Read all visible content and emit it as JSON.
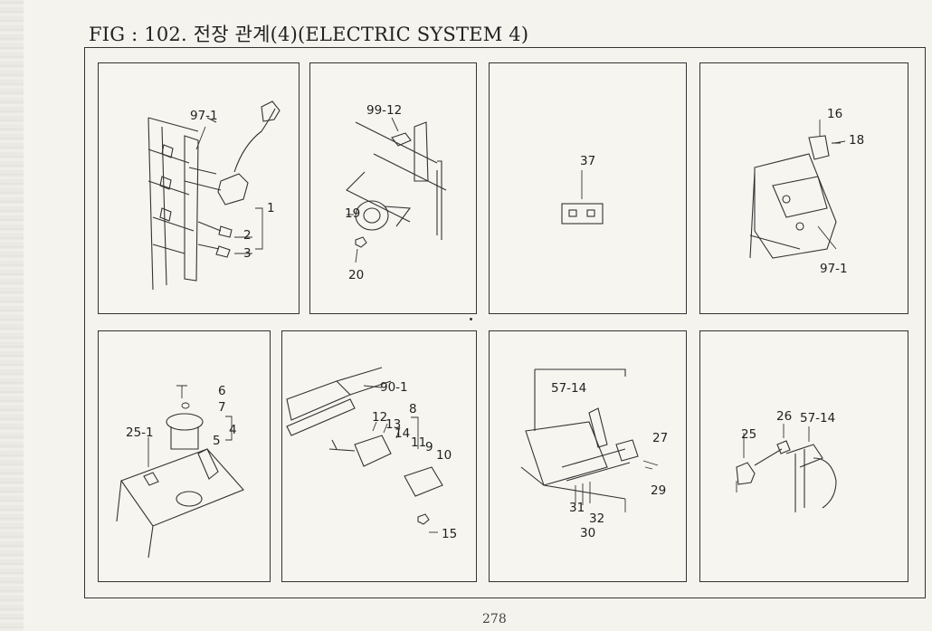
{
  "title": "FIG : 102. 전장 관계(4)(ELECTRIC SYSTEM 4)",
  "page_number": "278",
  "panels": [
    {
      "labels": [
        "97-1",
        "1",
        "2",
        "3"
      ]
    },
    {
      "labels": [
        "99-12",
        "19",
        "20"
      ]
    },
    {
      "labels": [
        "37"
      ]
    },
    {
      "labels": [
        "16",
        "18",
        "97-1"
      ]
    },
    {
      "labels": [
        "6",
        "7",
        "4",
        "5",
        "25-1"
      ]
    },
    {
      "labels": [
        "90-1",
        "8",
        "12",
        "13",
        "14",
        "11",
        "9",
        "10",
        "15"
      ]
    },
    {
      "labels": [
        "57-14",
        "27",
        "29",
        "31",
        "32",
        "30"
      ]
    },
    {
      "labels": [
        "26",
        "57-14",
        "25"
      ]
    }
  ]
}
